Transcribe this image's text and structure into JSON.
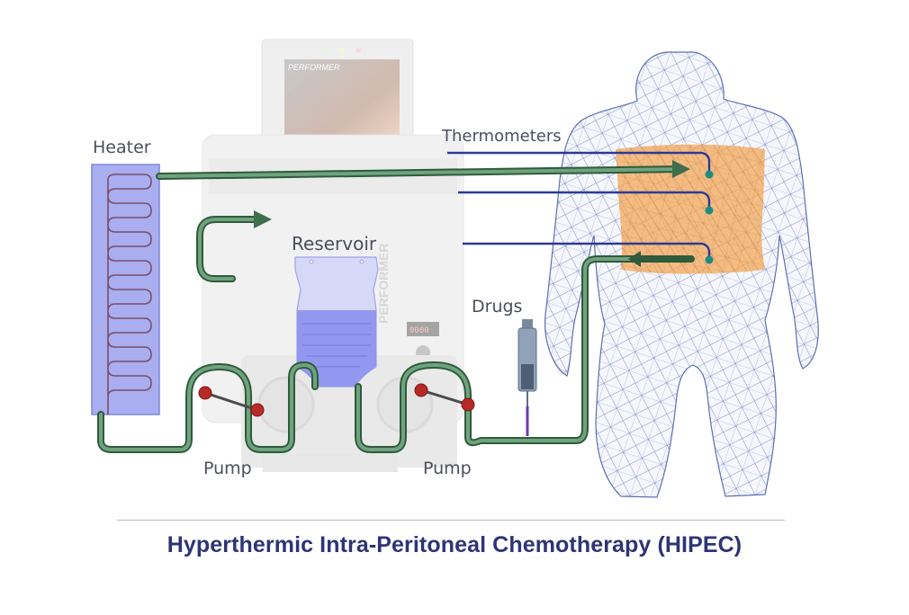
{
  "labels": {
    "heater": "Heater",
    "thermometers": "Thermometers",
    "reservoir": "Reservoir",
    "drugs": "Drugs",
    "pump_left": "Pump",
    "pump_right": "Pump"
  },
  "machine_branding": {
    "screen_logo": "PERFORMER",
    "side_logo": "PERFORMER",
    "display_digits": "0000"
  },
  "caption": "Hyperthermic Intra-Peritoneal Chemotherapy (HIPEC)",
  "colors": {
    "tubing": "#3e6e4c",
    "tubing_light": "#6fa37d",
    "heater": "#a9aef0",
    "reservoir": "#8e95ef",
    "thermometer_wire": "#2b3a96",
    "probe_tip": "#1f8a80",
    "abdomen": "#f3a85a",
    "body_mesh": "#5d6eb5",
    "pump_ball": "#b82a26",
    "caption": "#2e3475"
  }
}
